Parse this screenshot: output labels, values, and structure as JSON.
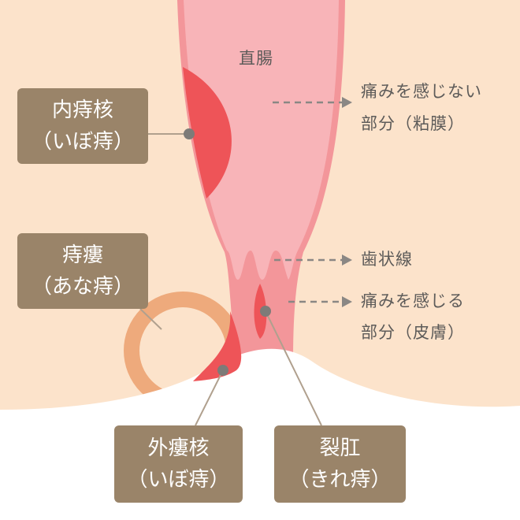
{
  "labels": {
    "rectum": "直腸",
    "mucosa_line1": "痛みを感じない",
    "mucosa_line2": "部分（粘膜）",
    "dentate_line": "歯状線",
    "skin_line1": "痛みを感じる",
    "skin_line2": "部分（皮膚）"
  },
  "boxes": {
    "internal_hemorrhoid": {
      "line1": "内痔核",
      "line2": "（いぼ痔）"
    },
    "anal_fistula": {
      "line1": "痔瘻",
      "line2": "（あな痔）"
    },
    "external_hemorrhoid": {
      "line1": "外瘻核",
      "line2": "（いぼ痔）"
    },
    "anal_fissure": {
      "line1": "裂肛",
      "line2": "（きれ痔）"
    }
  },
  "colors": {
    "background": "#fce3cb",
    "mucosa": "#f8b4b8",
    "skin": "#f3969a",
    "lesion": "#ee5458",
    "fistula": "#eeaa7c",
    "box": "#9a8469"
  }
}
